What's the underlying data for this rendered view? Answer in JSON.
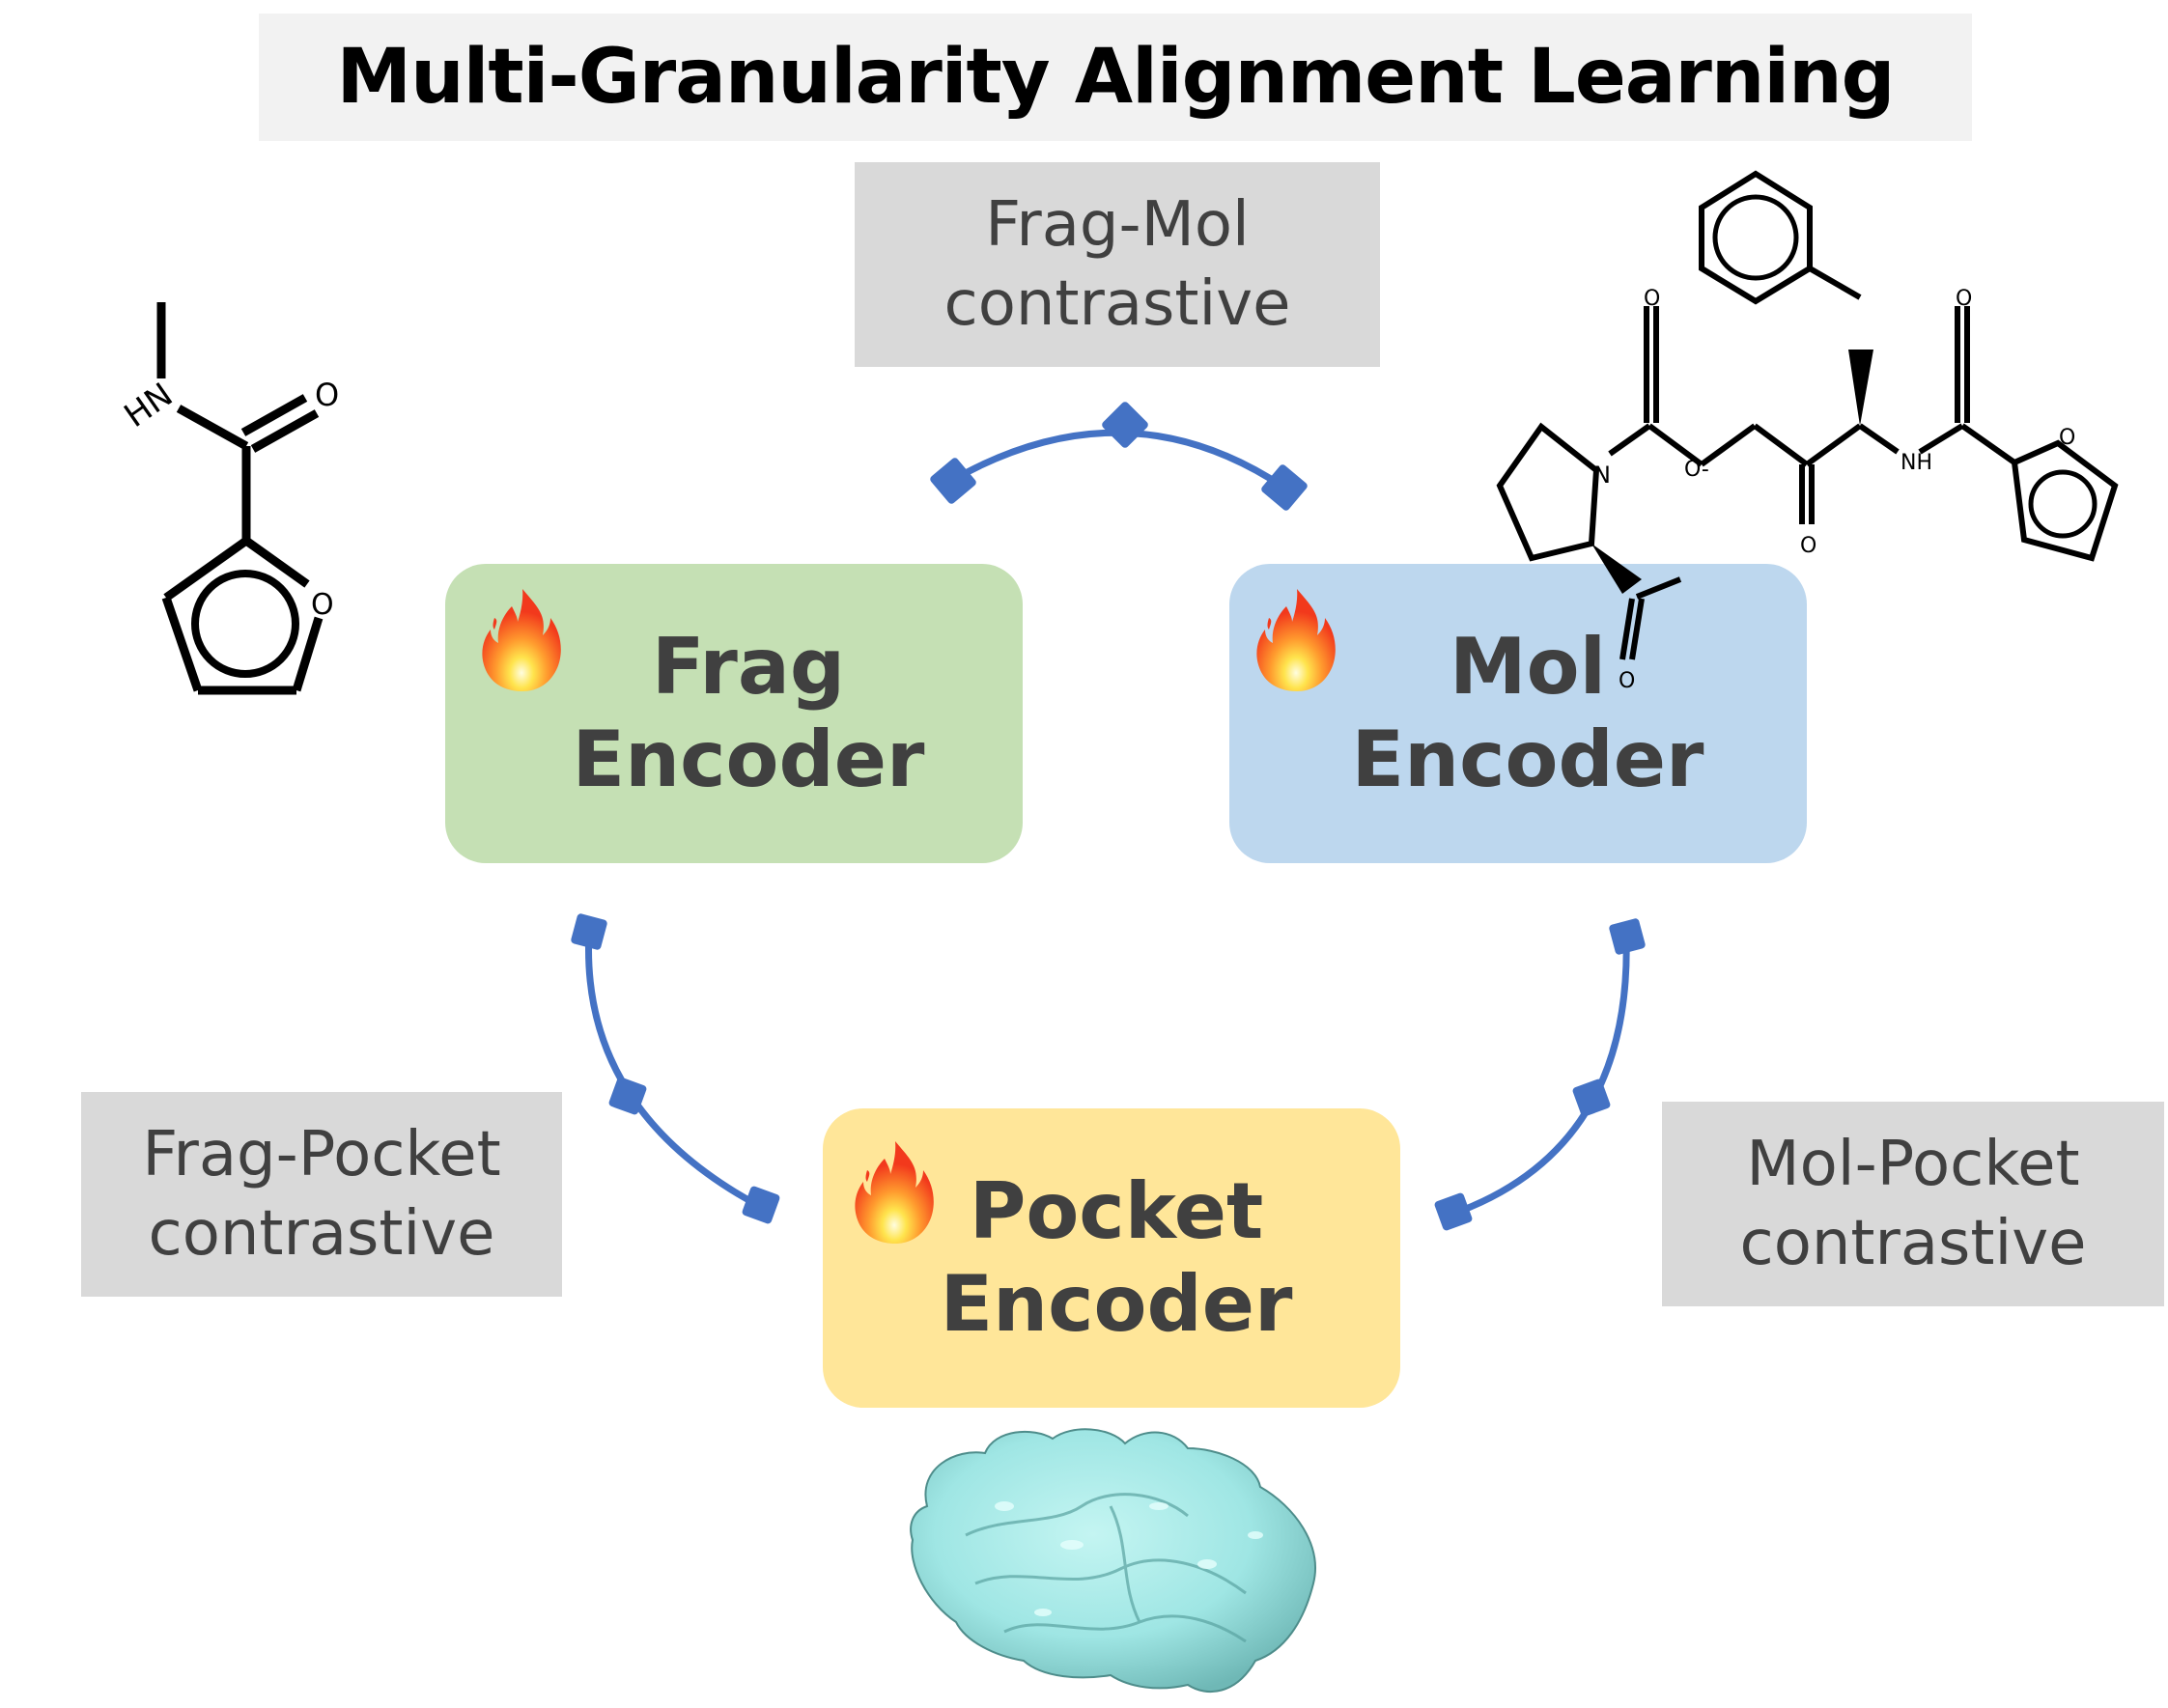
{
  "title": "Multi-Granularity Alignment Learning",
  "encoders": {
    "frag": {
      "line1": "Frag",
      "line2": "Encoder",
      "color": "#c5e0b4",
      "icon": "fire-icon"
    },
    "mol": {
      "line1": "Mol",
      "line2": "Encoder",
      "color": "#bdd7ee",
      "icon": "fire-icon"
    },
    "pocket": {
      "line1": "Pocket",
      "line2": "Encoder",
      "color": "#ffe699",
      "icon": "fire-icon"
    }
  },
  "labels": {
    "frag_mol": {
      "line1": "Frag-Mol",
      "line2": "contrastive"
    },
    "frag_pocket": {
      "line1": "Frag-Pocket",
      "line2": "contrastive"
    },
    "mol_pocket": {
      "line1": "Mol-Pocket",
      "line2": "contrastive"
    }
  },
  "connectors": {
    "color": "#4472c4",
    "edges": [
      "frag-mol",
      "frag-pocket",
      "mol-pocket"
    ]
  },
  "fragment_molecule": {
    "atoms": [
      "HN",
      "O",
      "O"
    ],
    "description": "N-methylfuran-2-carboxamide"
  },
  "full_molecule": {
    "atoms": [
      "N",
      "O",
      "O",
      "O",
      "O-",
      "O",
      "NH",
      "O",
      "O"
    ]
  },
  "pocket": {
    "description": "protein surface",
    "color": "#9fe6e4"
  }
}
